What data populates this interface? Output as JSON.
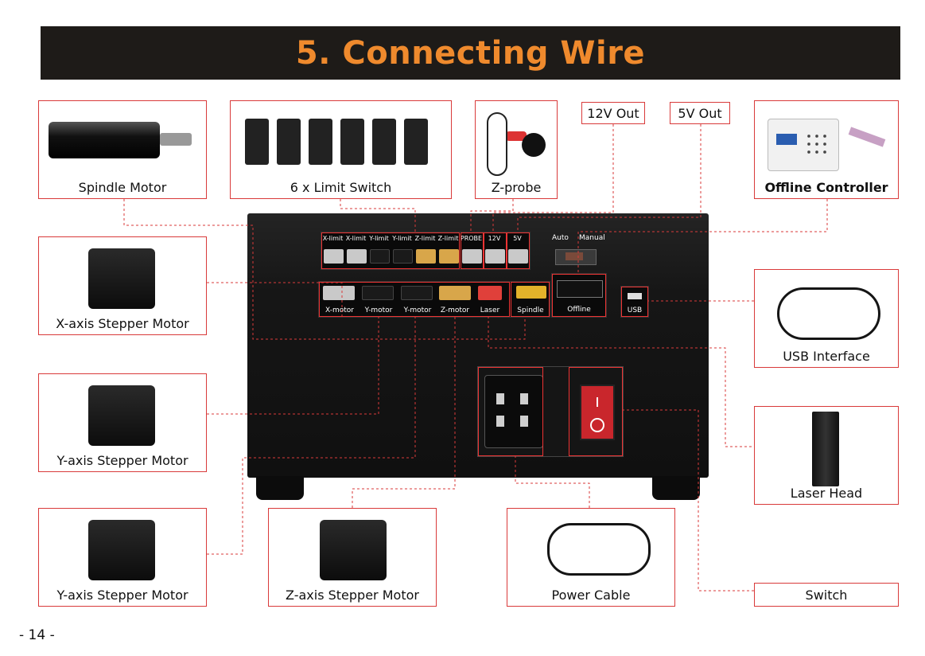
{
  "header": {
    "title": "5. Connecting Wire"
  },
  "components": {
    "spindle_motor": "Spindle Motor",
    "limit_switch": "6 x Limit Switch",
    "z_probe": "Z-probe",
    "out_12v": "12V Out",
    "out_5v": "5V Out",
    "offline_controller": "Offline Controller",
    "x_stepper": "X-axis Stepper Motor",
    "y_stepper_1": "Y-axis Stepper Motor",
    "y_stepper_2": "Y-axis Stepper Motor",
    "z_stepper": "Z-axis Stepper Motor",
    "usb_interface": "USB Interface",
    "laser_head": "Laser Head",
    "power_cable": "Power Cable",
    "switch": "Switch"
  },
  "panel": {
    "top_ports": [
      "X-limit",
      "X-limit",
      "Y-limit",
      "Y-limit",
      "Z-limit",
      "Z-limit",
      "PROBE",
      "12V",
      "5V"
    ],
    "bottom_ports": [
      "X-motor",
      "Y-motor",
      "Y-motor",
      "Z-motor",
      "Laser",
      "Spindle",
      "Offline",
      "USB"
    ],
    "mode_auto": "Auto",
    "mode_manual": "Manual"
  },
  "footer": {
    "page_number": "- 14 -"
  },
  "colors": {
    "accent": "#ef8a2d",
    "banner_bg": "#1e1b18",
    "outline": "#d93a3a"
  }
}
